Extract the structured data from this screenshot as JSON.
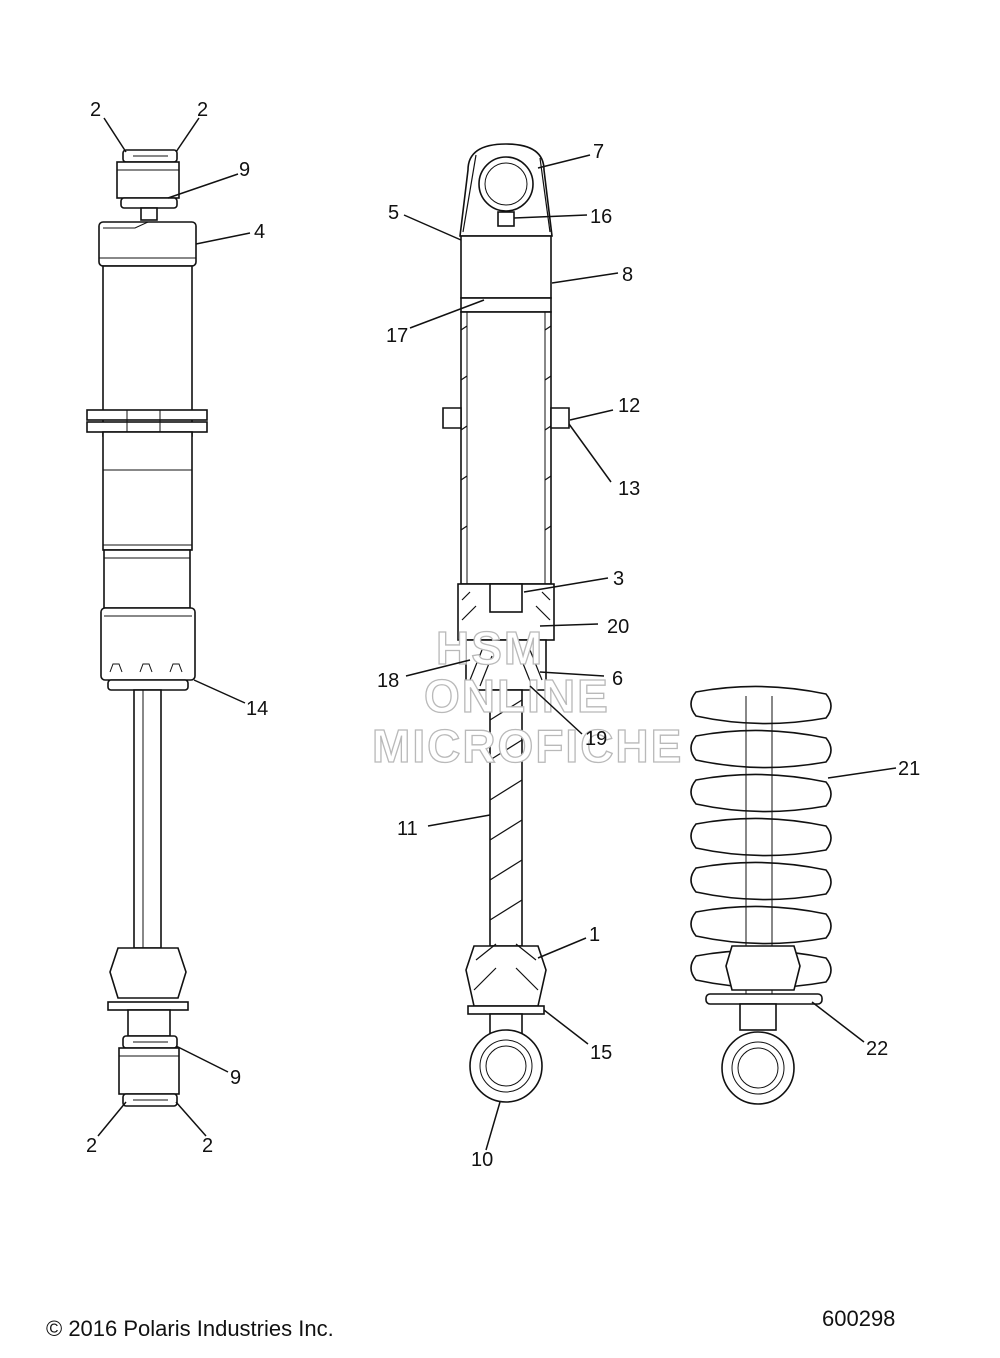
{
  "watermark": {
    "line1": "HSM",
    "line2": "ONLINE",
    "line3": "MICROFICHE"
  },
  "footer": {
    "copyright": "© 2016 Polaris Industries Inc.",
    "drawing_number": "600298"
  },
  "callouts": [
    {
      "id": "c-2-top-left",
      "label": "2"
    },
    {
      "id": "c-2-top-right",
      "label": "2"
    },
    {
      "id": "c-9-top",
      "label": "9"
    },
    {
      "id": "c-4",
      "label": "4"
    },
    {
      "id": "c-14",
      "label": "14"
    },
    {
      "id": "c-9-bottom",
      "label": "9"
    },
    {
      "id": "c-2-bottom-left",
      "label": "2"
    },
    {
      "id": "c-2-bottom-right",
      "label": "2"
    },
    {
      "id": "c-7",
      "label": "7"
    },
    {
      "id": "c-5",
      "label": "5"
    },
    {
      "id": "c-16",
      "label": "16"
    },
    {
      "id": "c-17",
      "label": "17"
    },
    {
      "id": "c-8",
      "label": "8"
    },
    {
      "id": "c-12",
      "label": "12"
    },
    {
      "id": "c-13",
      "label": "13"
    },
    {
      "id": "c-3",
      "label": "3"
    },
    {
      "id": "c-20",
      "label": "20"
    },
    {
      "id": "c-18",
      "label": "18"
    },
    {
      "id": "c-6",
      "label": "6"
    },
    {
      "id": "c-19",
      "label": "19"
    },
    {
      "id": "c-11",
      "label": "11"
    },
    {
      "id": "c-1",
      "label": "1"
    },
    {
      "id": "c-15",
      "label": "15"
    },
    {
      "id": "c-10",
      "label": "10"
    },
    {
      "id": "c-21",
      "label": "21"
    },
    {
      "id": "c-22",
      "label": "22"
    }
  ]
}
